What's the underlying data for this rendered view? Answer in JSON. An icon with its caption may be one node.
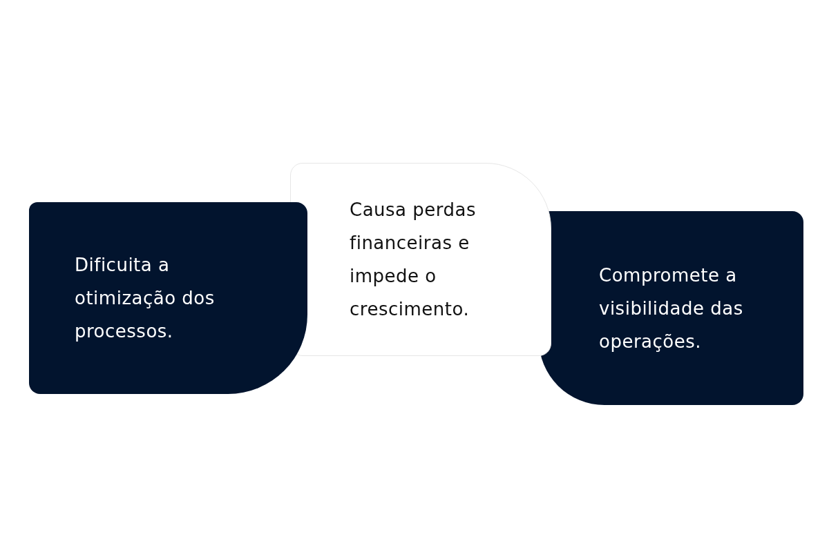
{
  "diagram": {
    "nodes": [
      {
        "text": [
          "Dificuita a otimização dos processos."
        ]
      },
      {
        "text": [
          "Causa perdas financeiras e impede o crescimento."
        ]
      },
      {
        "text": [
          "Compromete a visibilidade das operações."
        ]
      }
    ]
  }
}
